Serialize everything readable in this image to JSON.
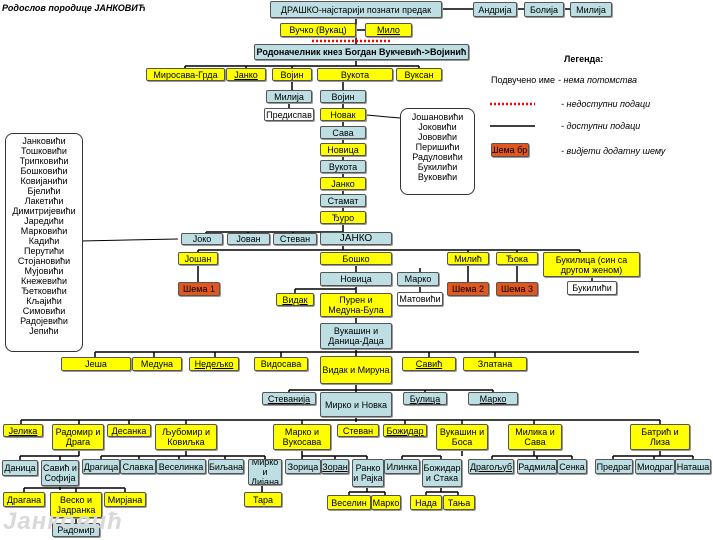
{
  "title": "Родослов породице ЈАНКОВИЋ",
  "watermark": "Јанковић",
  "legend": {
    "heading": "Легенда:",
    "underlined_label": "Подвучено име",
    "underlined_desc": "- нема потомства",
    "dotted_desc": "- недоступни подаци",
    "solid_desc": "- доступни подаци",
    "scheme_label": "Шема бр.",
    "scheme_desc": "- видјети додатну шему"
  },
  "left_surnames": [
    "Јанковићи",
    "Тошковићи",
    "Трипковићи",
    "Бошковићи",
    "Ковијанићи",
    "Бјелићи",
    "Лакетићи",
    "Димитријевићи",
    "Јаредићи",
    "Марковићи",
    "Кадићи",
    "Перутићи",
    "Стојановићи",
    "Мујовићи",
    "Кнежевићи",
    "Ђетковићи",
    "Кљајићи",
    "Симовићи",
    "Радојевићи",
    "Јепићи"
  ],
  "right_surnames": [
    "Јошановићи",
    "Јоковићи",
    "Јововићи",
    "Перишићи",
    "Радуловићи",
    "Букилићи",
    "Вуковићи"
  ],
  "nodes": {
    "drasko": "ДРАШКО-најстарији познати предак",
    "andrija": "Андрија",
    "bolija": "Болија",
    "milija_top": "Милија",
    "vucko": "Вучко (Вукац)",
    "milo": "Мило",
    "bogdan": "Родоначелник кнез Богдан Вукчевић->Војинић",
    "mirosava": "Миросава-Грда",
    "janko1": "Јанко",
    "vojin1": "Војин",
    "vukota1": "Вукота",
    "vuksan": "Вуксан",
    "milija2": "Милија",
    "vojin2": "Војин",
    "predispav": "Предиспав",
    "novak": "Новак",
    "sava": "Сава",
    "novica1": "Новица",
    "vukota2": "Вукота",
    "janko2": "Јанко",
    "stamat": "Стамат",
    "djuro": "Ђуро",
    "joko": "Јоко",
    "jovan": "Јован",
    "stevan1": "Стеван",
    "janko_big": "ЈАНКО",
    "joshan": "Јошан",
    "sema1": "Шема 1",
    "boshko": "Бошко",
    "milic": "Милић",
    "sema2": "Шема 2",
    "djoka": "Ђока",
    "sema3": "Шема 3",
    "bukilica": "Букилица (син са другом женом)",
    "bukilici": "Букилићи",
    "novica2": "Новица",
    "marko1": "Марко",
    "matovici": "Матовићи",
    "vidak1": "Видак",
    "puren": "Пурен и Медуна-Була",
    "vukashin1": "Вукашин и Даница-Даца",
    "jesha": "Јеша",
    "meduna": "Медуна",
    "nedeljko": "Недељко",
    "vidosava": "Видосава",
    "vidak2": "Видак и Мируна",
    "savic1": "Савић",
    "zlatana": "Златана",
    "stevanija": "Стеванија",
    "mirko1": "Мирко и Новка",
    "bulica": "Булица",
    "marko2": "Марко",
    "jelika": "Јелика",
    "radomir1": "Радомир и Драга",
    "desanka": "Десанка",
    "ljubomir": "Љубомир и Ковиљка",
    "marko3": "Марко и Вукосава",
    "stevan2": "Стеван",
    "bozhidar1": "Божидар",
    "vukashin2": "Вукашин и Боса",
    "milika": "Милика и Сава",
    "batric": "Батрић и Лиза",
    "danica": "Даница",
    "savic2": "Савић и Софија",
    "dragica": "Драгица",
    "slavka": "Славка",
    "veselinka": "Веселинка",
    "biljana": "Биљана",
    "mirko2": "Мирко и Дијана",
    "zorica": "Зорица",
    "zoran": "Зоран",
    "ranko": "Ранко и Рајка",
    "ilinka": "Илинка",
    "bozhidar2": "Божидар и Стака",
    "dragoljub": "Драгољуб",
    "radmila": "Радмила",
    "senka": "Сенка",
    "predrag": "Предраг",
    "miodrag": "Миодраг",
    "natasha": "Наташа",
    "dragana": "Драгана",
    "vesko": "Веско и Јадранка",
    "mirjana": "Мирјана",
    "tara": "Тара",
    "veselin": "Веселин",
    "marko4": "Марко",
    "nada": "Нада",
    "tanja": "Тања",
    "radomir2": "Радомир"
  }
}
